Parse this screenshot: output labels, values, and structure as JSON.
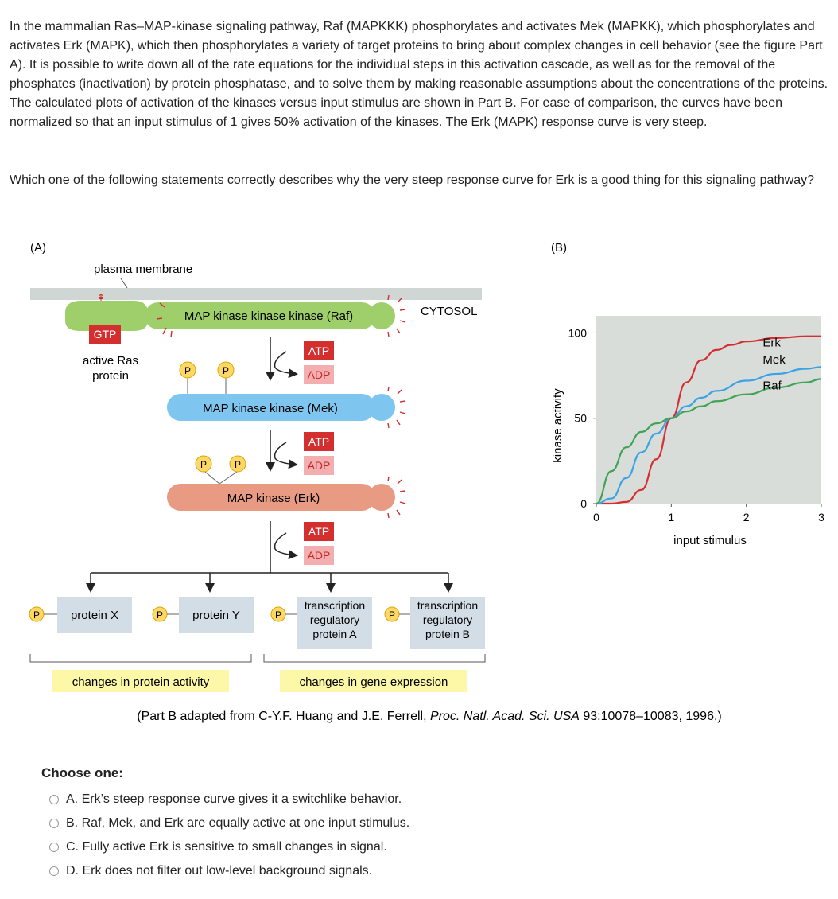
{
  "question": {
    "intro": "In the mammalian Ras–MAP-kinase signaling pathway, Raf (MAPKKK) phosphorylates and activates Mek (MAPKK), which phosphorylates and activates Erk (MAPK), which then phosphorylates a variety of target proteins to bring about complex changes in cell behavior (see the figure Part A). It is possible to write down all of the rate equations for the individual steps in this activation cascade, as well as for the removal of the phosphates (inactivation) by protein phosphatase, and to solve them by making reasonable assumptions about the concentrations of the proteins. The calculated plots of activation of the kinases versus input stimulus are shown in Part B. For ease of comparison, the curves have been normalized so that an input stimulus of 1 gives 50% activation of the kinases. The Erk (MAPK) response curve is very steep.",
    "prompt": "Which one of the following statements correctly describes why the very steep response curve for Erk is a good thing for this signaling pathway?"
  },
  "figure_a": {
    "panel_label": "(A)",
    "plasma_membrane": "plasma membrane",
    "cytosol": "CYTOSOL",
    "gtp": "GTP",
    "ras_line1": "active Ras",
    "ras_line2": "protein",
    "raf": "MAP kinase kinase kinase (Raf)",
    "mek": "MAP kinase kinase (Mek)",
    "erk": "MAP kinase (Erk)",
    "atp": "ATP",
    "adp": "ADP",
    "p": "P",
    "protein_x": "protein X",
    "protein_y": "protein Y",
    "tra_line1": "transcription",
    "tra_line2": "regulatory",
    "tra_line3": "protein A",
    "trb_line1": "transcription",
    "trb_line2": "regulatory",
    "trb_line3": "protein B",
    "changes_activity": "changes in protein activity",
    "changes_expression": "changes in gene expression"
  },
  "figure_b": {
    "panel_label": "(B)",
    "chart_data": {
      "type": "line",
      "xlabel": "input stimulus",
      "ylabel": "kinase activity",
      "xlim": [
        0,
        3
      ],
      "ylim": [
        0,
        110
      ],
      "x_ticks": [
        "0",
        "1",
        "2",
        "3"
      ],
      "y_ticks": [
        "0",
        "50",
        "100"
      ],
      "grid": false,
      "legend": "inline labels at right",
      "series": [
        {
          "name": "Erk",
          "color": "#d42e2e",
          "x": [
            0,
            0.2,
            0.4,
            0.6,
            0.8,
            1.0,
            1.2,
            1.4,
            1.6,
            1.8,
            2.0,
            2.4,
            2.8,
            3.0
          ],
          "y": [
            0,
            0,
            1,
            8,
            26,
            50,
            71,
            84,
            90,
            93,
            95,
            97,
            98,
            98
          ]
        },
        {
          "name": "Mek",
          "color": "#3aa3e6",
          "x": [
            0,
            0.2,
            0.4,
            0.6,
            0.8,
            1.0,
            1.2,
            1.4,
            1.6,
            2.0,
            2.4,
            2.8,
            3.0
          ],
          "y": [
            0,
            3,
            15,
            30,
            41,
            50,
            57,
            62,
            66,
            72,
            76,
            79,
            80
          ]
        },
        {
          "name": "Raf",
          "color": "#3fa356",
          "x": [
            0,
            0.2,
            0.4,
            0.6,
            0.8,
            1.0,
            1.2,
            1.4,
            1.6,
            2.0,
            2.4,
            2.8,
            3.0
          ],
          "y": [
            0,
            19,
            33,
            42,
            47,
            50,
            54,
            57,
            60,
            64,
            68,
            71,
            73
          ]
        }
      ]
    }
  },
  "citation": {
    "pre": "(Part B adapted from C-Y.F. Huang and J.E. Ferrell, ",
    "journal": "Proc. Natl. Acad. Sci. USA",
    "post": " 93:10078–10083, 1996.)"
  },
  "choices": {
    "title": "Choose one:",
    "options": [
      {
        "letter": "A.",
        "text": "Erk’s steep response curve gives it a switchlike behavior."
      },
      {
        "letter": "B.",
        "text": "Raf, Mek, and Erk are equally active at one input stimulus."
      },
      {
        "letter": "C.",
        "text": "Fully active Erk is sensitive to small changes in signal."
      },
      {
        "letter": "D.",
        "text": "Erk does not filter out low-level background signals."
      }
    ]
  },
  "colors": {
    "raf": "#9ecf6b",
    "mek": "#7ec6ef",
    "erk": "#e89a82",
    "atp": "#d32f2f",
    "adp": "#f3aeb0",
    "target_box": "#d2dde6",
    "highlight": "#fdf7a8",
    "chart_bg": "#d9ddd9"
  }
}
